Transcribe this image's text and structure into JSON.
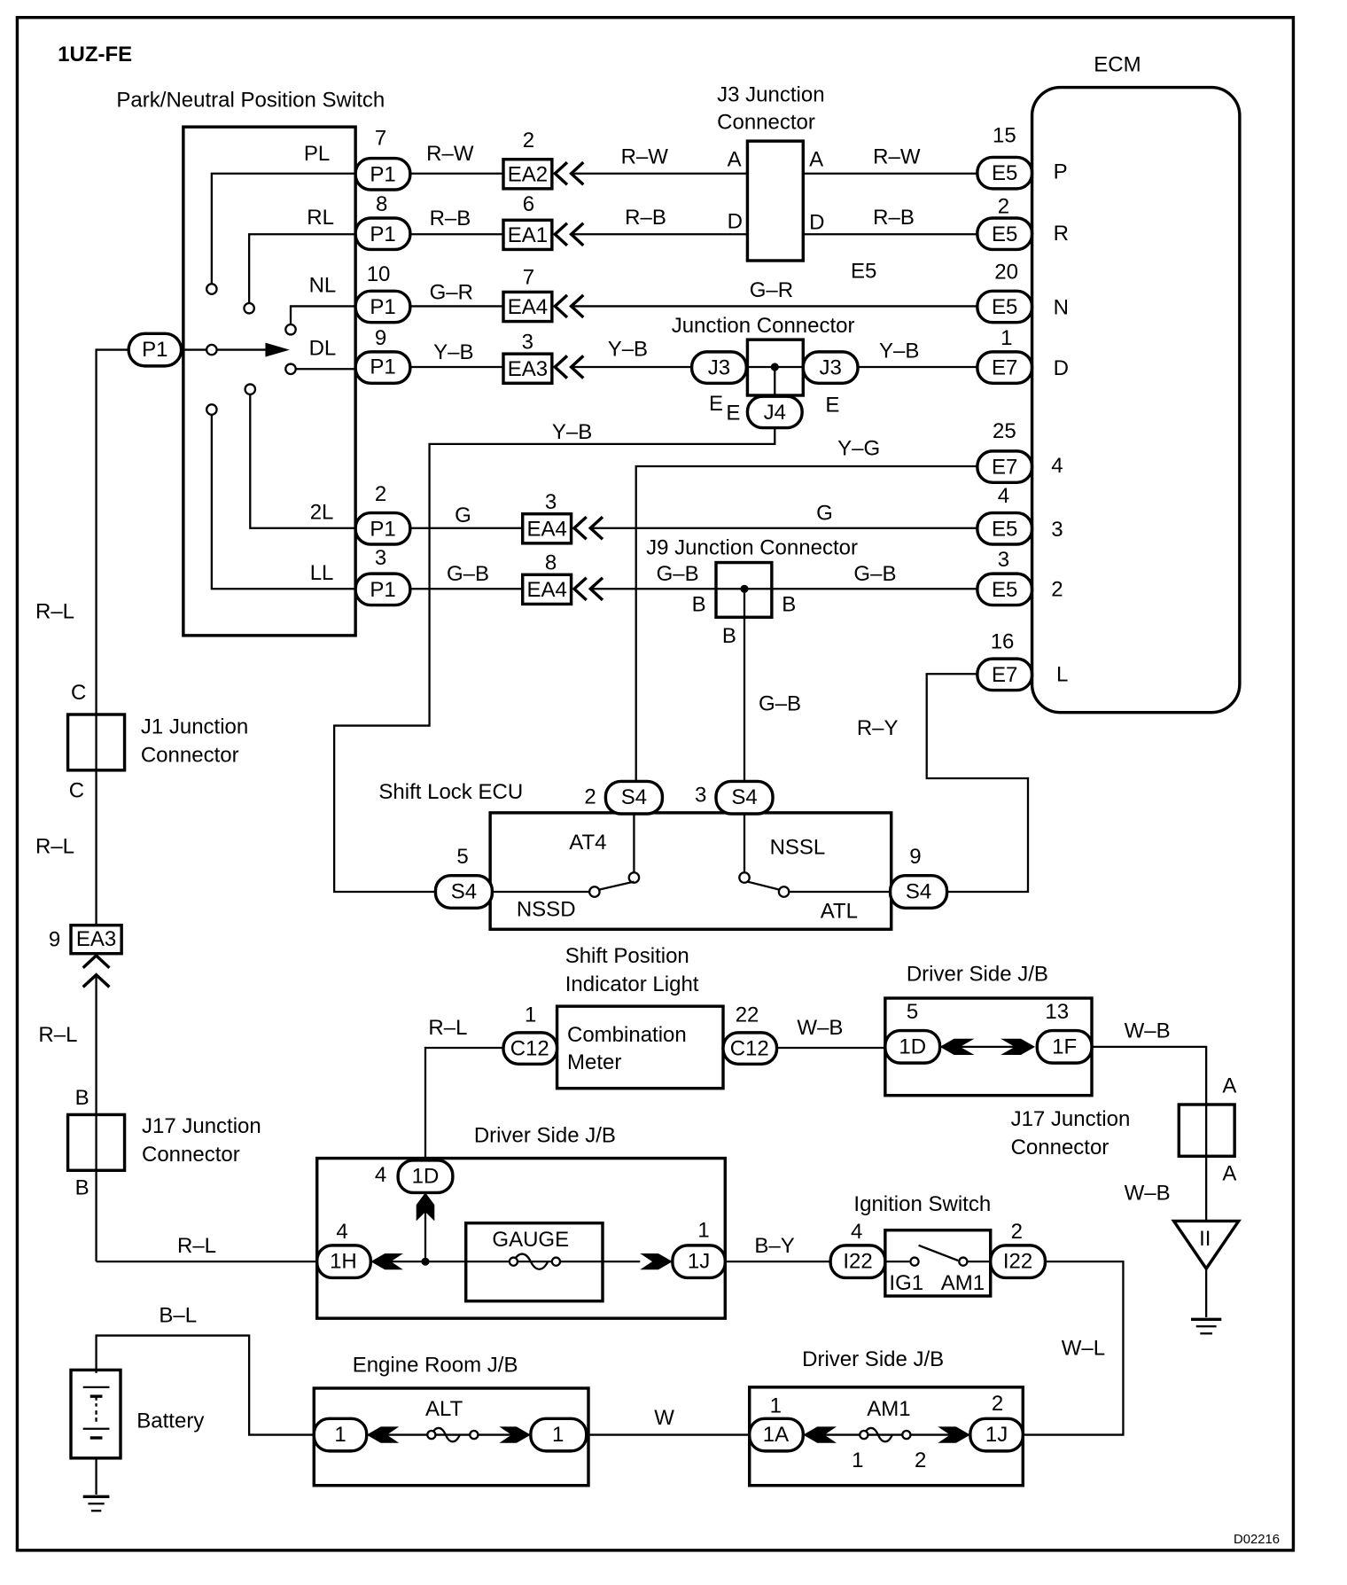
{
  "diagram": {
    "title": "1UZ-FE",
    "figure_id": "D02216",
    "components": {
      "pnp_switch": "Park/Neutral Position Switch",
      "ecm": "ECM",
      "j3": [
        "J3 Junction",
        "Connector"
      ],
      "junction_connector": "Junction Connector",
      "j9": "J9 Junction Connector",
      "j1": [
        "J1 Junction",
        "Connector"
      ],
      "j17_left": [
        "J17 Junction",
        "Connector"
      ],
      "j17_right": [
        "J17 Junction",
        "Connector"
      ],
      "shift_lock_ecu": "Shift Lock ECU",
      "shift_indicator": [
        "Shift Position",
        "Indicator Light"
      ],
      "combination_meter": [
        "Combination",
        "Meter"
      ],
      "driver_jb_top": "Driver Side J/B",
      "driver_jb_mid": "Driver Side J/B",
      "driver_jb_bottom": "Driver Side J/B",
      "engine_room_jb": "Engine Room J/B",
      "ignition_switch": "Ignition Switch",
      "battery": "Battery",
      "gauge": "GAUGE",
      "alt": "ALT",
      "am1": "AM1",
      "ig1": "IG1",
      "am1_sw": "AM1"
    },
    "pnp_terminals": [
      {
        "name": "PL",
        "pin": "7",
        "conn": "P1",
        "wire": "R–W",
        "ea": "EA2",
        "ea_pin": "2",
        "wire2": "R–W",
        "ecm_pin": "15",
        "ecm_conn": "E5",
        "ecm_wire": "R–W",
        "ecm_term": "P"
      },
      {
        "name": "RL",
        "pin": "8",
        "conn": "P1",
        "wire": "R–B",
        "ea": "EA1",
        "ea_pin": "6",
        "wire2": "R–B",
        "ecm_pin": "2",
        "ecm_conn": "E5",
        "ecm_wire": "R–B",
        "ecm_term": "R"
      },
      {
        "name": "NL",
        "pin": "10",
        "conn": "P1",
        "wire": "G–R",
        "ea": "EA4",
        "ea_pin": "7",
        "wire2": "G–R",
        "ecm_pin": "20",
        "ecm_conn": "E5",
        "ecm_term": "N"
      },
      {
        "name": "DL",
        "pin": "9",
        "conn": "P1",
        "wire": "Y–B",
        "ea": "EA3",
        "ea_pin": "3",
        "wire2": "Y–B",
        "ecm_pin": "1",
        "ecm_conn": "E7",
        "ecm_wire": "Y–B",
        "ecm_term": "D"
      },
      {
        "name": "2L",
        "pin": "2",
        "conn": "P1",
        "wire": "G",
        "ea": "EA4",
        "ea_pin": "3",
        "wire2": "G",
        "ecm_pin": "4",
        "ecm_conn": "E5",
        "ecm_term": "3"
      },
      {
        "name": "LL",
        "pin": "3",
        "conn": "P1",
        "wire": "G–B",
        "ea": "EA4",
        "ea_pin": "8",
        "wire2": "G–B",
        "ecm_pin": "3",
        "ecm_conn": "E5",
        "ecm_wire": "G–B",
        "ecm_term": "2"
      }
    ],
    "ecm_extra": [
      {
        "pin": "25",
        "conn": "E7",
        "term": "4",
        "wire": "Y–G"
      },
      {
        "pin": "16",
        "conn": "E7",
        "term": "L",
        "wire": "R–Y"
      }
    ],
    "labels": {
      "p1": "P1",
      "j3": "J3",
      "j4": "J4",
      "e": "E",
      "a": "A",
      "d": "D",
      "b": "B",
      "c": "C",
      "e5": "E5",
      "yb": "Y–B",
      "gb": "G–B",
      "rl": "R–L",
      "s4": "S4",
      "at4": "AT4",
      "nssl": "NSSL",
      "nssd": "NSSD",
      "atl": "ATL",
      "s4_pins": [
        "2",
        "3",
        "5",
        "9"
      ],
      "c12": "C12",
      "c12_pins": [
        "1",
        "22"
      ],
      "wb": "W–B",
      "1d": "1D",
      "1f": "1F",
      "jb_pins": [
        "5",
        "13"
      ],
      "ea3": "EA3",
      "ea3_pin": "9",
      "1h": "1H",
      "1h_pin": "4",
      "1d_pin": "4",
      "1j": "1J",
      "1j_pin": "1",
      "by": "B–Y",
      "i22": "I22",
      "i22_pins": [
        "4",
        "2"
      ],
      "wl": "W–L",
      "bl": "B–L",
      "one": "1",
      "w": "W",
      "1a": "1A",
      "am1_pins": [
        "1",
        "2"
      ],
      "ground_mark": "II"
    }
  }
}
